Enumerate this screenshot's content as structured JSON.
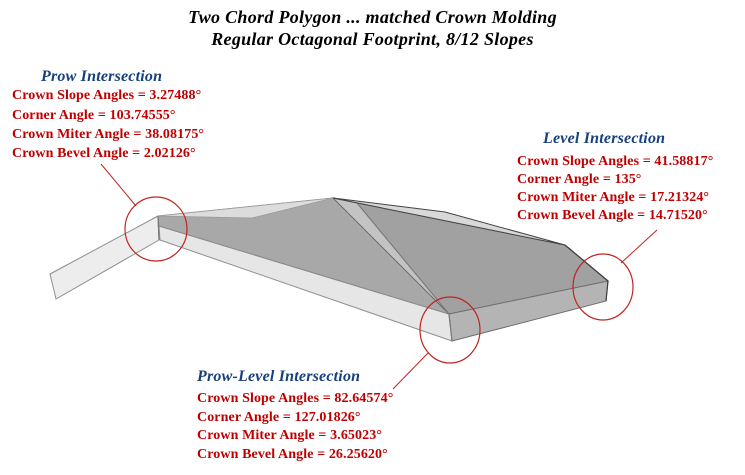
{
  "title": {
    "line1": "Two Chord Polygon ... matched Crown Molding",
    "line2": "Regular Octagonal Footprint, 8/12 Slopes"
  },
  "annotations": {
    "prow": {
      "heading": "Prow Intersection",
      "lines": [
        "Crown Slope Angles = 3.27488°",
        "Corner Angle = 103.74555°",
        "Crown Miter Angle = 38.08175°",
        "Crown Bevel Angle = 2.02126°"
      ]
    },
    "level": {
      "heading": "Level Intersection",
      "lines": [
        "Crown Slope Angles = 41.58817°",
        "Corner Angle = 135°",
        "Crown Miter Angle = 17.21324°",
        "Crown Bevel Angle = 14.71520°"
      ]
    },
    "prow_level": {
      "heading": "Prow-Level Intersection",
      "lines": [
        "Crown Slope Angles = 82.64574°",
        "Corner Angle = 127.01826°",
        "Crown Miter Angle = 3.65023°",
        "Crown Bevel Angle = 26.25620°"
      ]
    }
  },
  "colors": {
    "title_text": "#000000",
    "heading_text": "#17407c",
    "value_text": "#c00000",
    "marker_red": "#c0241f",
    "background": "#ffffff"
  }
}
